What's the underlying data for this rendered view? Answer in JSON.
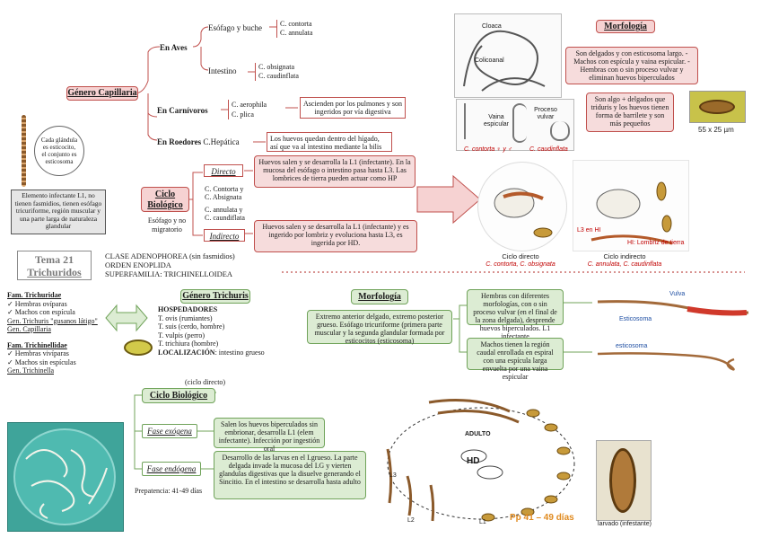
{
  "title": {
    "line1": "Tema 21",
    "line2": "Trichuridos"
  },
  "classification": {
    "clase": "CLASE ADENOPHOREA (sin fasmidios)",
    "orden": "ORDEN ENOPLIDA",
    "superfamilia": "SUPERFAMILIA: TRICHINELLOIDEA"
  },
  "capillaria": {
    "genero_label": "Género Capillaria",
    "aves_label": "En Aves",
    "esofago_buche": "Esófago y buche",
    "esofago_species": [
      "C. contorta",
      "C. annulata"
    ],
    "intestino": "Intestino",
    "intestino_species": [
      "C. obsignata",
      "C. caudinflata"
    ],
    "carnivoros_label": "En Carnívoros",
    "carnivoros_species": [
      "C. aerophila",
      "C. plica"
    ],
    "carnivoros_note": "Ascienden por los pulmones y son ingeridos por vía digestiva",
    "roedores_label": "En Roedores",
    "roedores_species": "C.Hepática",
    "roedores_note": "Los huevos quedan dentro del hígado, así que va al intestino mediante la bilis",
    "gland_bubble": "Cada glándula es esticocito, el conjunto es esticosoma",
    "gland_box": "Elemento infectante L1, no tienen fasmidios, tienen esófago tricuriforme, región muscular y una parte larga de naturaleza glandular",
    "ciclo_label": "Ciclo Biológico",
    "ciclo_sub": "Esófago y no migratorio",
    "directo_label": "Directo",
    "directo_species": [
      "C. Contorta y",
      "C. Absignata"
    ],
    "directo_note": "Huevos salen y se desarrolla la L1 (infectante). En la mucosa del esófago o intestino pasa hasta L3. Las lombrices de tierra pueden actuar como HP",
    "indirecto_label": "Indirecto",
    "indirecto_species": [
      "C. annulata y",
      "C. caundiflata"
    ],
    "indirecto_note": "Huevos salen y se desarrolla la L1 (infectante) y es ingerido por lombriz y evoluciona hasta L3, es ingerida por HD.",
    "morfologia_label": "Morfología",
    "morfologia_note1": "Son delgados y con esticosoma largo. -Machos con espícula y vaina espicular. -Hembras con o sin proceso vulvar y eliminan huevos biperculados",
    "morfologia_note2": "Son algo + delgados que triduris y los huevos tienen forma de barrilete y son más pequeños",
    "egg_size": "55 x 25 µm",
    "img_labels": {
      "cloaca": "Cloaca",
      "caliciforme": "Colicoanal",
      "vaina": "Vaina espicular",
      "proceso": "Proceso vulvar",
      "spec_a": "C. contorta ♀ y ♂",
      "spec_b": "C. caudinflata"
    },
    "ciclo_directo_caption": "Ciclo directo",
    "ciclo_directo_species": "C. contorta, C. obsignata",
    "ciclo_indirecto_caption": "Ciclo indirecto",
    "ciclo_indirecto_species": "C. annulata, C. caudinflata",
    "lombriz_label": "HI: Lombriz de tierra",
    "l3_label": "L3 en HI"
  },
  "trichuris": {
    "fam1_title": "Fam. Trichuridae",
    "fam1_items": [
      "✓ Hembras ovíparas",
      "✓ Machos con espícula"
    ],
    "fam1_gen1": "Gen. Trichuris \"gusanos látigo\"",
    "fam1_gen2": "Gen. Capillaria",
    "fam2_title": "Fam. Trichinellidae",
    "fam2_items": [
      "✓ Hembras vivíparas",
      "✓ Machos sin espículas"
    ],
    "fam2_gen": "Gen. Trichinella",
    "genero_label": "Género Trichuris",
    "hospedadores_title": "HOSPEDADORES",
    "hospedadores": [
      "T. ovis (rumiantes)",
      "T. suis (cerdo, hombre)",
      "T. vulpis (perro)",
      "T. trichiura (hombre)"
    ],
    "localizacion_label": "LOCALIZACIÓN",
    "localizacion_value": ": intestino grueso",
    "morfologia_label": "Morfología",
    "morfologia_text": "Extremo anterior delgado, extremo posterior grueso. Esófago tricuriforme (primera parte muscular y la segunda glandular formada por esticocitos (esticosoma)",
    "hembras_text": "Hembras con diferentes morfologías, con o sin proceso vulvar (en el final de la zona delgada), desprende huevos biperculados. L1 infectante",
    "machos_text": "Machos tienen la región caudal enrollada en espiral con una espícula larga envuelta por una vaina espicular",
    "vulva_label": "Vulva",
    "esticosoma_label1": "Esticosoma",
    "esticosoma_label2": "esticosoma",
    "ciclo_directo_note": "(ciclo directo)",
    "ciclo_label": "Ciclo Biológico",
    "fase_exogena_label": "Fase exógena",
    "fase_exogena_text": "Salen los huevos biperculados sin embrionar, desarrolla L1 (elem infectante). Infección por ingestión oral",
    "fase_endogena_label": "Fase endógena",
    "fase_endogena_text": "Desarrollo de las larvas en el I.grueso. La parte delgada invade la mucosa del I.G y vierten glandulas digestivas que la disuelve generando el Sincitio. En el intestino se desarrolla hasta adulto",
    "prepatencia": "Prepatencia: 41-49 días",
    "adulto_label": "ADULTO",
    "hd_label": "HD",
    "l1": "L1",
    "l2": "L2",
    "l3": "L3",
    "pp_label": "Pp 41 – 49 días",
    "larva_caption": "larvado (infestante)"
  },
  "colors": {
    "red_border": "#c0504d",
    "pink_fill": "#f6dcdc",
    "green_border": "#70a35a",
    "green_fill": "#dcecd3",
    "gray_box": "#8c8c8c",
    "arrow_fill": "#f6d2d2"
  }
}
